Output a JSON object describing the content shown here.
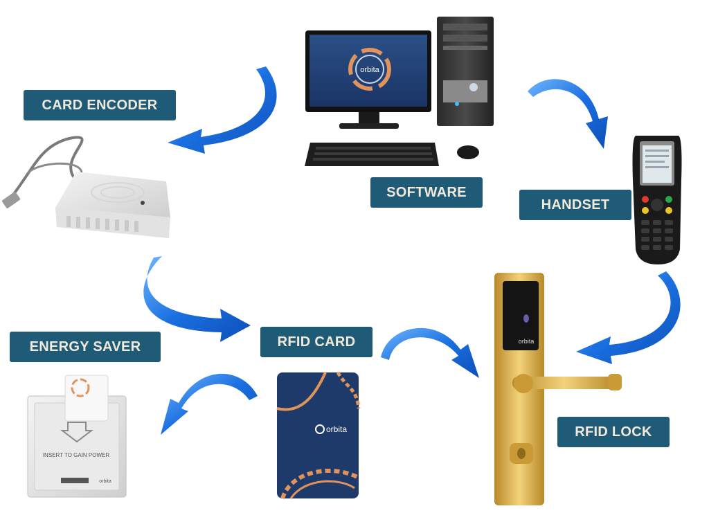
{
  "labels": {
    "card_encoder": "CARD ENCODER",
    "software": "SOFTWARE",
    "handset": "HANDSET",
    "energy_saver": "ENERGY SAVER",
    "rfid_card": "RFID CARD",
    "rfid_lock": "RFID LOCK"
  },
  "brand": {
    "name": "orbita"
  },
  "energy_saver": {
    "insert_text": "INSERT TO GAIN POWER"
  },
  "colors": {
    "label_bg": "#1f5a76",
    "label_text": "#f1eadb",
    "arrow": "#1a6fe0",
    "card_bg": "#1d3a6b",
    "accent_orange": "#e0935a",
    "gold": "#d9b24a"
  }
}
